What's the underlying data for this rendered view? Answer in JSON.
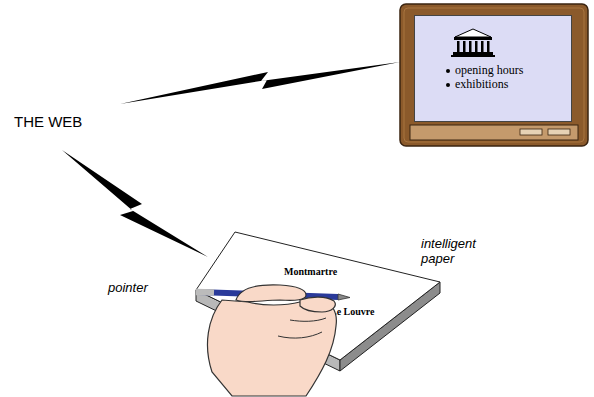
{
  "diagram": {
    "nodes": [
      {
        "text": [
          "opening hours",
          "exhibitions"
        ]
      },
      {
        "text": [
          "Montmartre",
          "Le Louvre"
        ]
      }
    ],
    "labels": [
      "THE WEB",
      "pointer",
      "intelligent paper"
    ]
  }
}
